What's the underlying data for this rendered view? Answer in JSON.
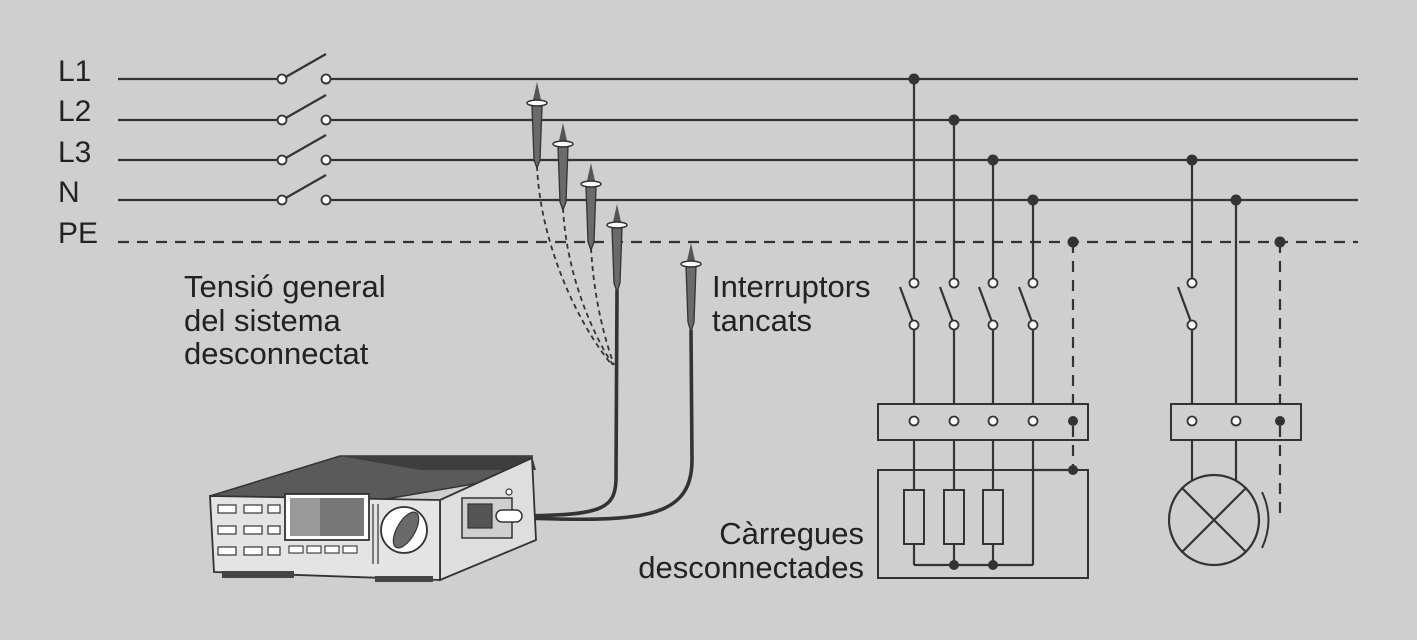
{
  "diagram": {
    "bus_labels": [
      "L1",
      "L2",
      "L3",
      "N",
      "PE"
    ],
    "notes": {
      "system_off": [
        "Tensió general",
        "del sistema",
        "desconnectat"
      ],
      "switches_closed": [
        "Interruptors",
        "tancats"
      ],
      "loads_off": [
        "Càrregues",
        "desconnectades"
      ]
    }
  }
}
